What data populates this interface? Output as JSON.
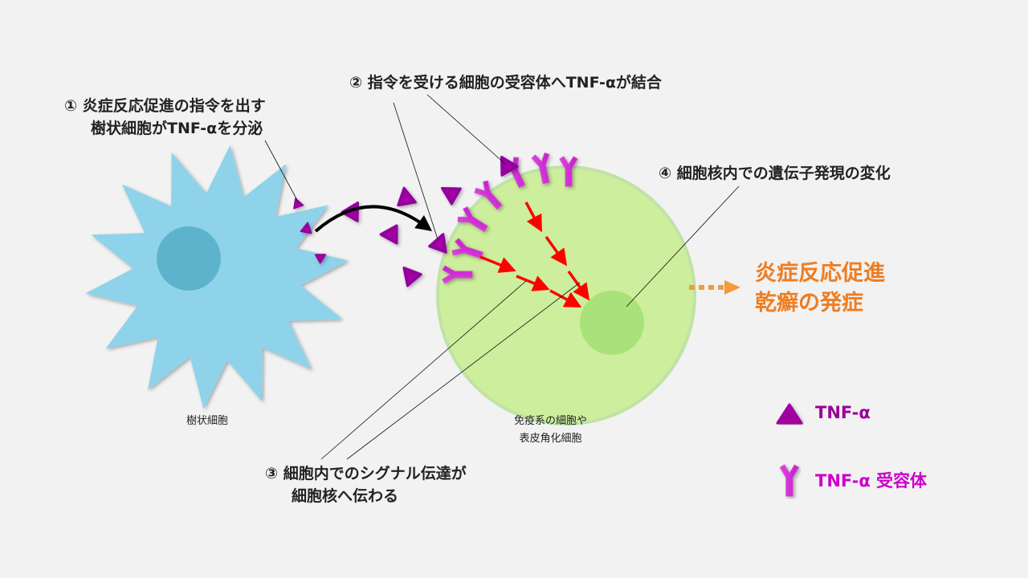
{
  "labels": {
    "step1_line1": "① 炎症反応促進の指令を出す",
    "step1_line2": "樹状細胞がTNF-αを分泌",
    "step2": "② 指令を受ける細胞の受容体へTNF-αが結合",
    "step3_line1": "③ 細胞内でのシグナル伝達が",
    "step3_line2": "細胞核へ伝わる",
    "step4": "④ 細胞核内での遺伝子発現の変化",
    "dendritic_cell": "樹状細胞",
    "target_cell_line1": "免疫系の細胞や",
    "target_cell_line2": "表皮角化細胞"
  },
  "outcome": {
    "line1": "炎症反応促進",
    "line2": "乾癬の発症",
    "color": "#ee7d22"
  },
  "legend": {
    "tnf": "TNF-α",
    "receptor": "TNF-α 受容体",
    "tnf_color": "#9b0099",
    "receptor_color": "#cc00cc"
  },
  "colors": {
    "dendritic_cell": "#8fd3ea",
    "target_cell": "#cdee9c",
    "signal_arrow": "#ff0000"
  }
}
